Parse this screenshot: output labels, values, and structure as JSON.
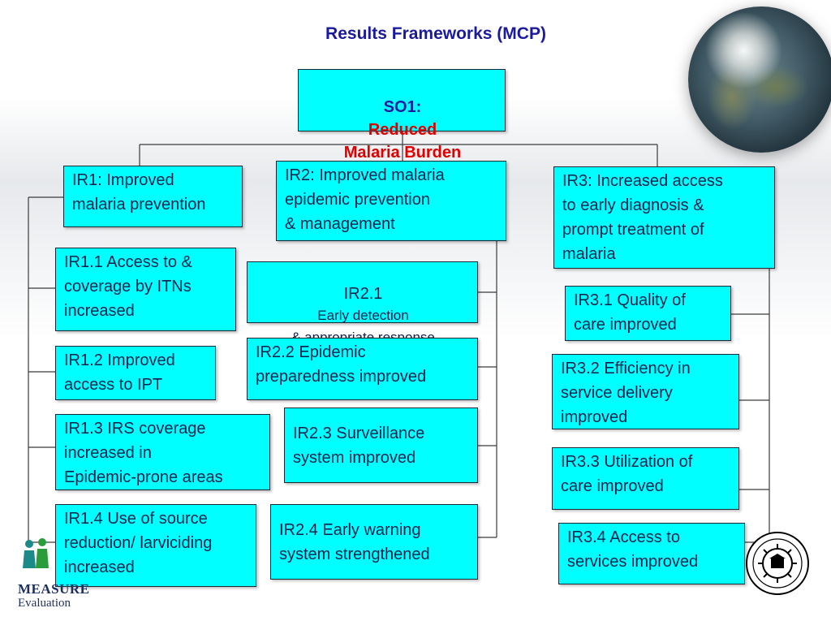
{
  "title": "Results Frameworks (MCP)",
  "so1": {
    "prefix": "SO1:",
    "text": "Reduced\nMalaria Burden"
  },
  "ir1": {
    "head": "IR1: Improved\nmalaria prevention",
    "items": [
      "IR1.1 Access to &\ncoverage by ITNs\nincreased",
      "IR1.2 Improved\naccess to IPT",
      "IR1.3 IRS coverage\nincreased in\nEpidemic-prone areas",
      "IR1.4 Use of source\nreduction/ larviciding\nincreased"
    ]
  },
  "ir2": {
    "head": "IR2: Improved malaria\nepidemic prevention\n& management",
    "item1_prefix": "IR2.1",
    "item1_desc": "Early detection\n& appropriate response\nimproved",
    "items": [
      "IR2.2 Epidemic\npreparedness improved",
      "IR2.3 Surveillance\nsystem improved",
      "IR2.4 Early warning\nsystem strengthened"
    ]
  },
  "ir3": {
    "head": "IR3: Increased access\nto early diagnosis &\nprompt treatment of\nmalaria",
    "items": [
      "IR3.1 Quality of\ncare improved",
      "IR3.2 Efficiency in\nservice delivery\nimproved",
      "IR3.3 Utilization of\ncare improved",
      "IR3.4 Access to\nservices improved"
    ]
  },
  "logo": {
    "name": "MEASURE",
    "sub": "Evaluation"
  },
  "colors": {
    "box_fill": "#00ffff",
    "title": "#1a1a9e",
    "so1_red": "#e00000",
    "connector": "#3a3a3a"
  }
}
